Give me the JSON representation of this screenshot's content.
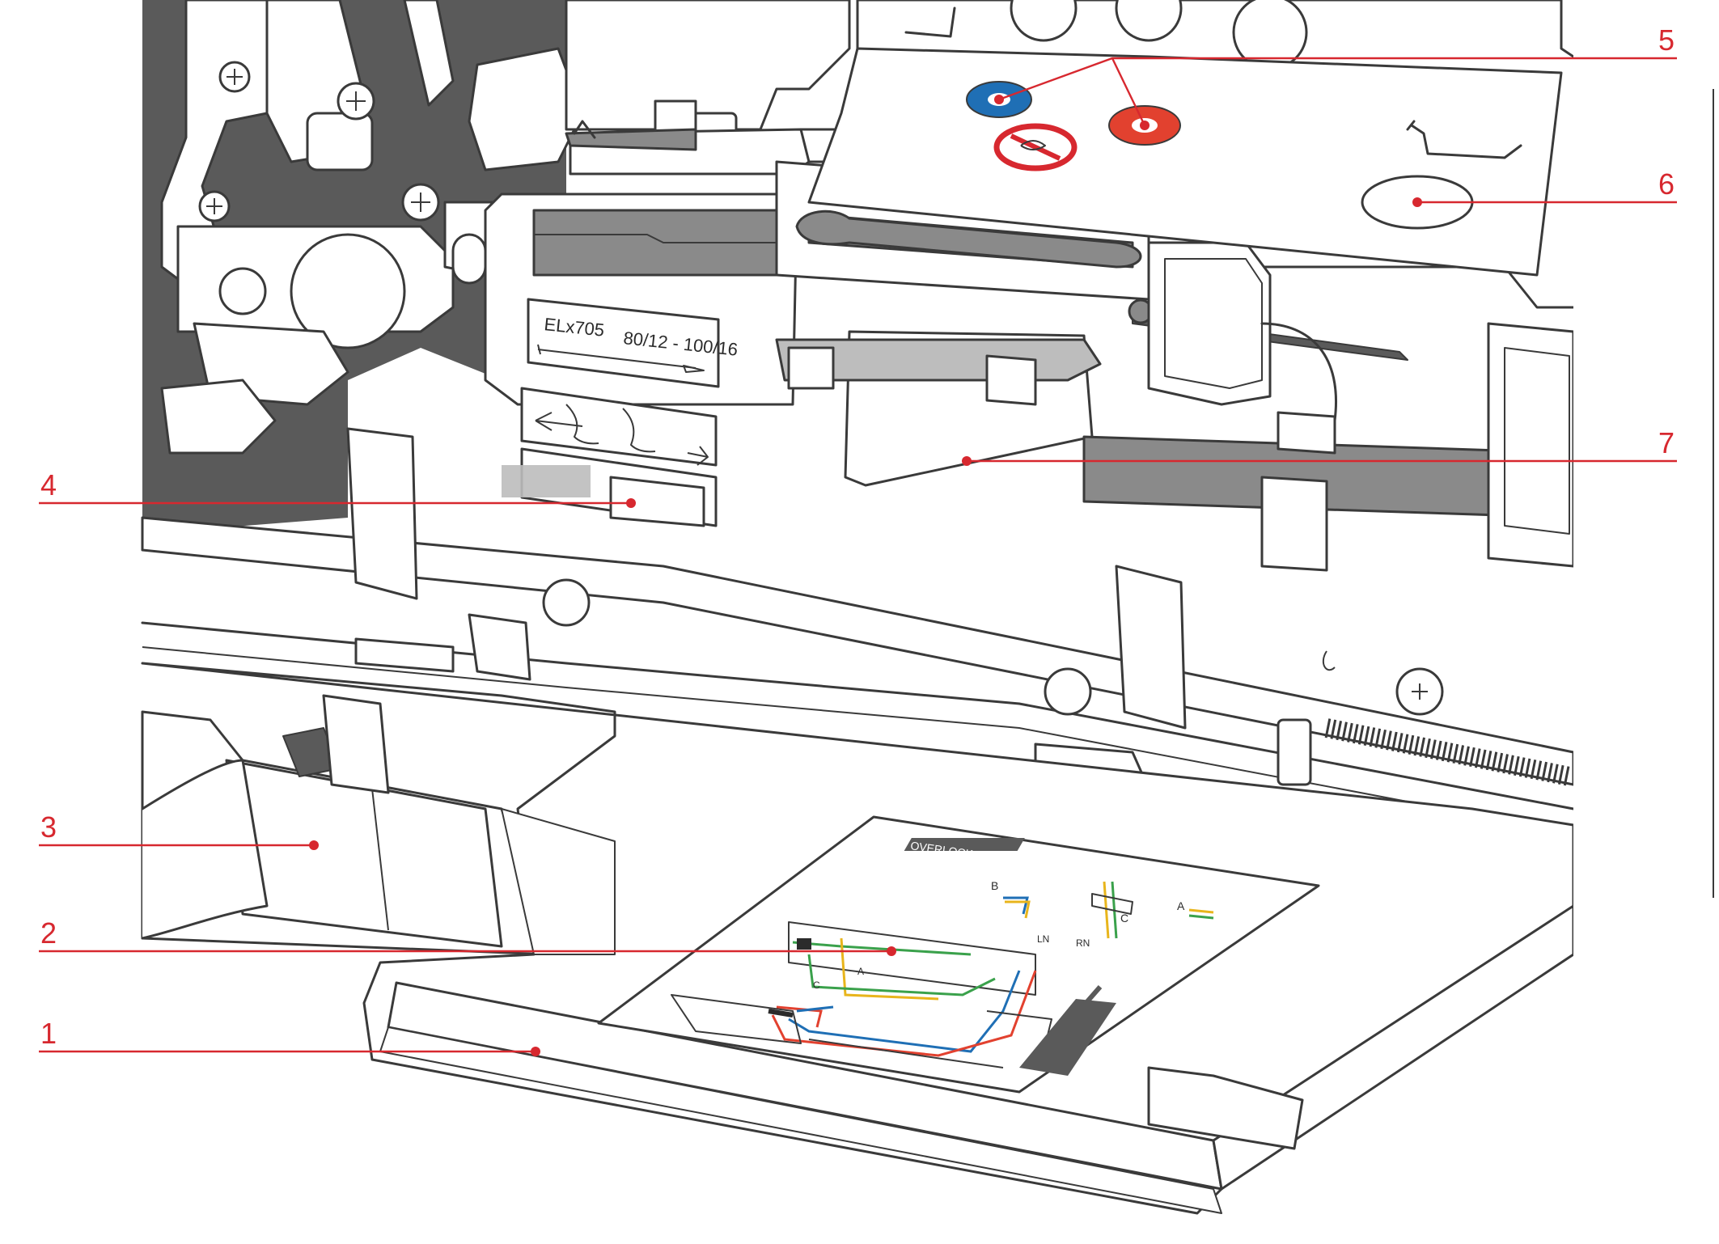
{
  "needle_label": {
    "model": "ELx705",
    "sizes": "80/12 - 100/16"
  },
  "thread_chart_label": "OVERLOCK",
  "thread_chart_letters": [
    "B",
    "C",
    "A",
    "A",
    "C",
    "LN",
    "RN"
  ],
  "callouts": [
    {
      "number": "1"
    },
    {
      "number": "2"
    },
    {
      "number": "3"
    },
    {
      "number": "4"
    },
    {
      "number": "5"
    },
    {
      "number": "6"
    },
    {
      "number": "7"
    }
  ],
  "colors": {
    "callout": "#d7282f",
    "linework": "#3a3a3a",
    "thread_blue": "#1f6fb5",
    "thread_red": "#e2412f",
    "thread_green": "#3aa14b",
    "thread_yellow": "#e8b51c"
  }
}
